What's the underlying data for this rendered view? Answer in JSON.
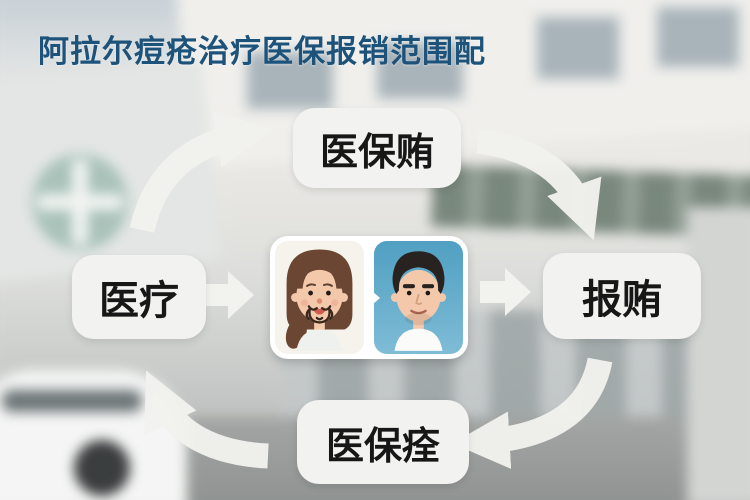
{
  "title": "阿拉尔痘疮治疗医保报销范围配",
  "cycle": {
    "top": "医保贿",
    "right": "报贿",
    "bottom": "医保痊",
    "left": "医疗"
  },
  "center_card": {
    "left_icon": "woman-face-icon",
    "right_icon": "man-face-icon",
    "divider_icon": "right-notch-icon"
  },
  "flow_icons": [
    "curved-arrow-up-right-icon",
    "curved-arrow-down-right-icon",
    "curved-arrow-down-left-icon",
    "curved-arrow-up-left-icon",
    "small-right-arrow-icon",
    "small-right-arrow-icon"
  ],
  "background": {
    "scene": "blurred hospital building with green signage, pharmacy cross sign and white car",
    "cross_sign_icon": "medical-cross-sign-icon"
  },
  "colors": {
    "title_text": "#1d527a",
    "node_bg": "#f2f2f0",
    "node_text": "#171717",
    "arrow": "#f2f2ee",
    "card_frame": "#ffffff",
    "panel_left_bg": "#f6f2ec",
    "panel_right_bg": "#509fc2",
    "woman_hair": "#6b4733",
    "man_hair": "#282220",
    "skin": "#f4c9ab"
  }
}
